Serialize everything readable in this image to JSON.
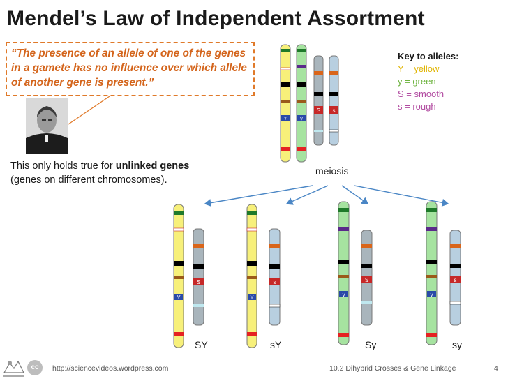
{
  "title": "Mendel’s Law of Independent Assortment",
  "quote": "“The presence of an allele of one of the genes in a gamete has no influence over which allele of another gene is present.”",
  "note": {
    "prefix": "This only holds true for ",
    "emphasis": "unlinked genes",
    "suffix": "(genes on different chromosomes)."
  },
  "key": {
    "title": "Key to alleles:",
    "yellow_letter": "Y",
    "yellow_text": " = yellow",
    "green": "y = green",
    "smooth_letter": "S",
    "smooth_sep": " = ",
    "smooth_word": "smooth",
    "rough": "s = rough"
  },
  "meiosis_label": "meiosis",
  "allele_marks": {
    "Y": "Y",
    "y": "y",
    "S": "S",
    "s": "s"
  },
  "gametes": [
    "SY",
    "sY",
    "Sy",
    "sy"
  ],
  "footer": {
    "url": "http://sciencevideos.wordpress.com",
    "course": "10.2 Dihybrid Crosses & Gene Linkage",
    "page": "4"
  },
  "badge": "cc",
  "colors": {
    "title": "#1a1a1a",
    "quote": "#d4651c",
    "yellow_chromosome": "#f7f07a",
    "green_chromosome": "#a6e3a0",
    "grey_chromosome": "#a9b5bc",
    "blue_chromosome": "#b8cfe0",
    "band_green": "#1f7a2a",
    "band_purple": "#5a2a8a",
    "band_red": "#e52222",
    "band_orange": "#d9651a",
    "band_brown": "#9a5a1a",
    "arrow": "#4a86c5"
  }
}
